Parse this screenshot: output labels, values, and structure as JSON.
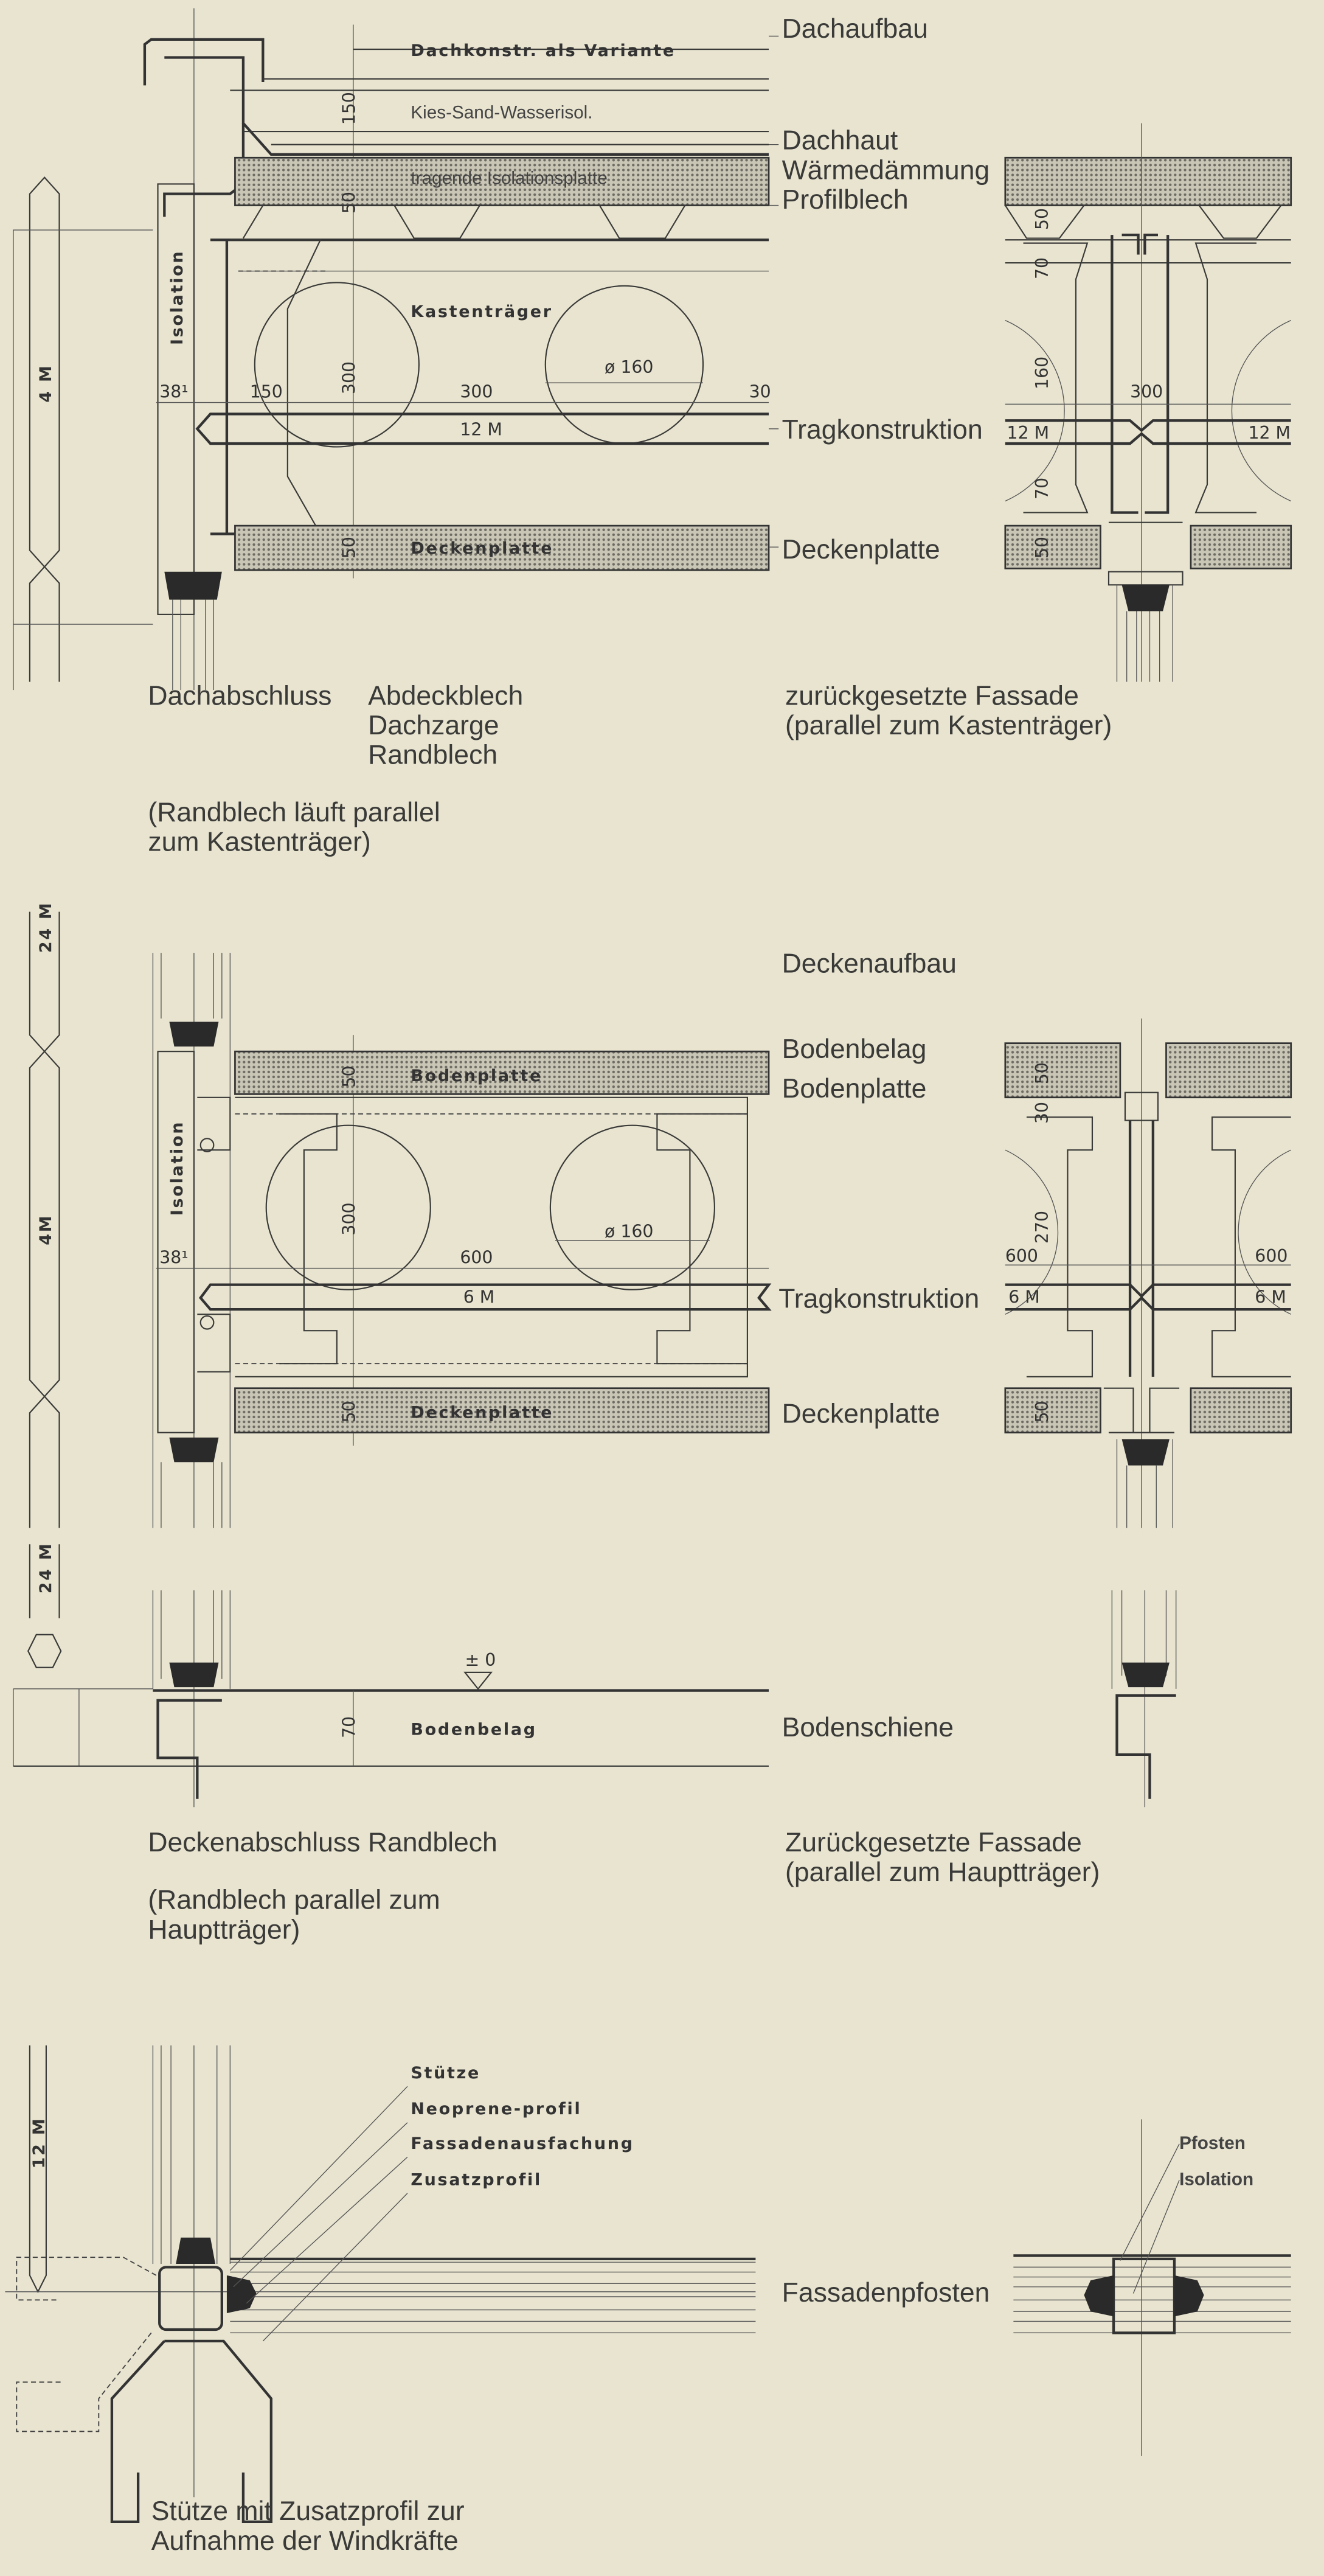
{
  "colors": {
    "paper": "#e8e4d0",
    "ink": "#3a3a38"
  },
  "roof_section": {
    "layers": {
      "variant": "Dachkonstr. als Variante",
      "gravel": "Kies-Sand-Wasserisol.",
      "insulation_slab": "tragende Isolationsplatte",
      "box_girder": "Kastenträger",
      "ceiling_slab": "Deckenplatte",
      "isolation": "Isolation"
    },
    "dims": {
      "d150v": "150",
      "d50a": "50",
      "d300v": "300",
      "d38": "38¹",
      "d150h": "150",
      "d300h": "300",
      "d30": "30",
      "dia": "ø 160",
      "m12": "12 M",
      "d50b": "50",
      "m4": "4 M"
    },
    "right_labels": {
      "roof": "Dachaufbau",
      "membrane": "Dachhaut",
      "thermal": "Wärmedämmung",
      "deck": "Profilblech",
      "structure": "Tragkonstruktion",
      "ceiling": "Deckenplatte"
    },
    "recessed_dims": {
      "d50a": "50",
      "d70a": "70",
      "d160": "160",
      "d300": "300",
      "m12l": "12 M",
      "m12r": "12 M",
      "d70b": "70",
      "d50b": "50"
    },
    "caption": {
      "title": "Dachabschluss",
      "parts": [
        "Abdeckblech",
        "Dachzarge",
        "Randblech"
      ],
      "note": [
        "(Randblech läuft parallel",
        "zum Kastenträger)"
      ]
    },
    "recessed_caption": [
      "zurückgesetzte Fassade",
      "(parallel zum Kastenträger)"
    ]
  },
  "floor_section": {
    "layers": {
      "floor_slab": "Bodenplatte",
      "ceiling_slab": "Deckenplatte",
      "isolation": "Isolation"
    },
    "dims": {
      "m24": "24 M",
      "m4": "4M",
      "d50a": "50",
      "d300": "300",
      "d38": "38¹",
      "d600": "600",
      "dia": "ø 160",
      "m6": "6 M",
      "d50b": "50"
    },
    "right_labels": {
      "floor": "Deckenaufbau",
      "covering": "Bodenbelag",
      "slab": "Bodenplatte",
      "structure": "Tragkonstruktion",
      "ceiling": "Deckenplatte"
    },
    "recessed_dims": {
      "d50a": "50",
      "d30": "30",
      "d270": "270",
      "d600l": "600",
      "d600r": "600",
      "m6l": "6 M",
      "m6r": "6 M",
      "d50b": "50"
    }
  },
  "ground_section": {
    "dims": {
      "m24": "24 M",
      "level": "± 0",
      "d70": "70"
    },
    "layers": {
      "covering": "Bodenbelag"
    },
    "right_label": "Bodenschiene",
    "caption": [
      "Deckenabschluss Randblech",
      "(Randblech parallel zum",
      "Hauptträger)"
    ],
    "recessed_caption": [
      "Zurückgesetzte Fassade",
      "(parallel zum Hauptträger)"
    ]
  },
  "plan_section": {
    "dims": {
      "m12": "12 M"
    },
    "leaders": [
      "Stütze",
      "Neoprene-profil",
      "Fassadenausfachung",
      "Zusatzprofil"
    ],
    "post_leaders": [
      "Pfosten",
      "Isolation"
    ],
    "right_label": "Fassadenpfosten",
    "caption": [
      "Stütze mit Zusatzprofil zur",
      "Aufnahme der Windkräfte"
    ]
  }
}
